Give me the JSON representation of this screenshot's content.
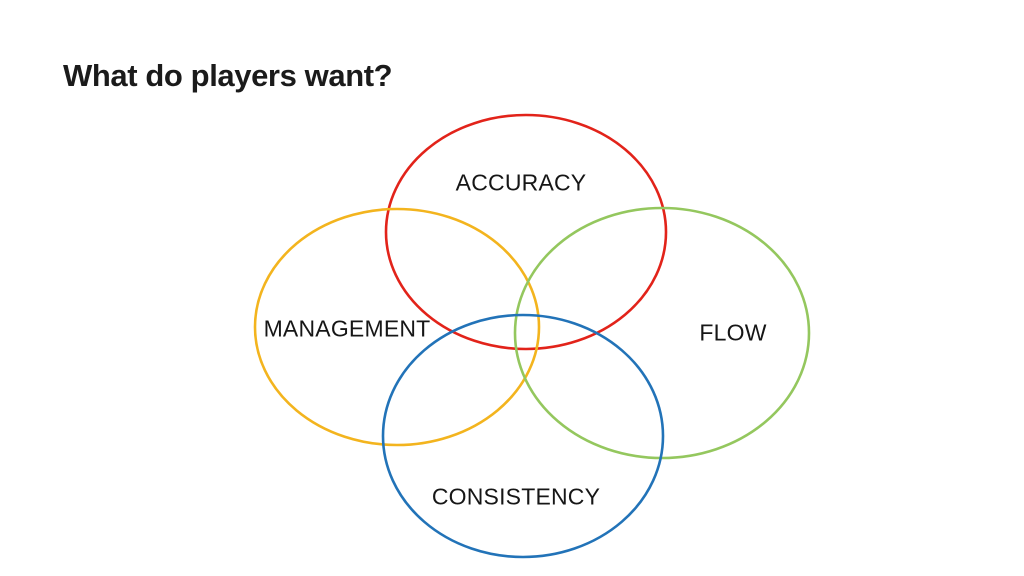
{
  "slide": {
    "title": "What do players want?",
    "background_color": "#FFFFFF",
    "title_color": "#1B1B1B",
    "label_text_color": "#161616"
  },
  "diagram": {
    "type": "venn",
    "description": "Four overlapping ellipse outlines arranged top, left, right and bottom",
    "circles": [
      {
        "id": "accuracy",
        "label": "ACCURACY",
        "color": "#E2231A",
        "position": "top"
      },
      {
        "id": "management",
        "label": "MANAGEMENT",
        "color": "#F3B41E",
        "position": "left"
      },
      {
        "id": "flow",
        "label": "FLOW",
        "color": "#94C75E",
        "position": "right"
      },
      {
        "id": "consistency",
        "label": "CONSISTENCY",
        "color": "#2273B8",
        "position": "bottom"
      }
    ]
  }
}
